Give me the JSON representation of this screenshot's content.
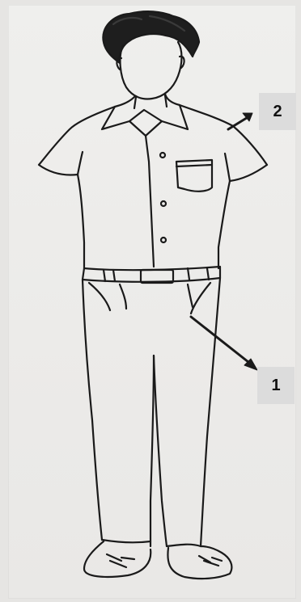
{
  "callouts": [
    {
      "id": "1",
      "label": "1",
      "target": "trousers"
    },
    {
      "id": "2",
      "label": "2",
      "target": "shirt"
    }
  ],
  "colors": {
    "ink": "#1a1a1a",
    "paper": "#eeedeb",
    "label_box": "#dcdcdc"
  }
}
